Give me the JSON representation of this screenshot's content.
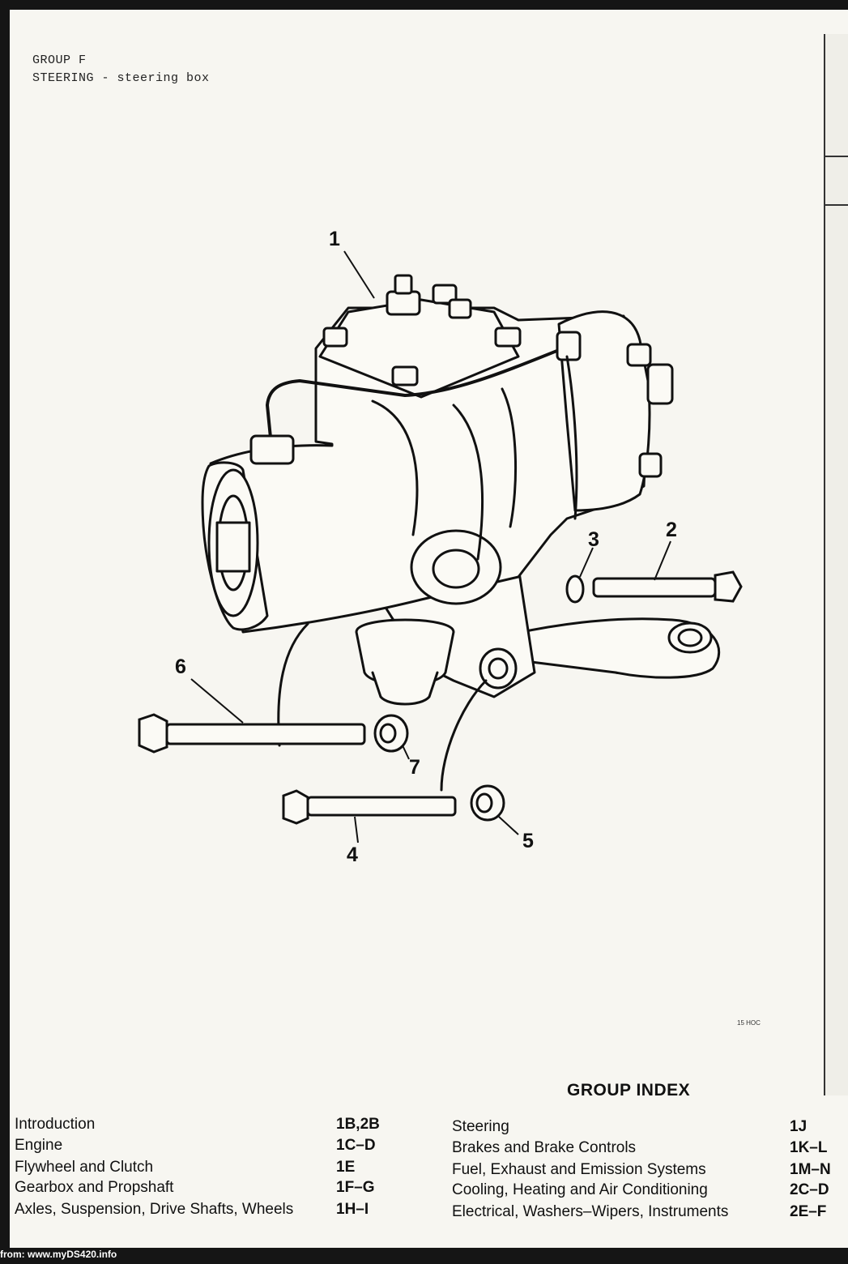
{
  "header": {
    "group": "GROUP  F",
    "section": "STEERING - steering box"
  },
  "callouts": [
    "1",
    "2",
    "3",
    "4",
    "5",
    "6",
    "7"
  ],
  "art_ref": "15 HOC",
  "group_index": {
    "title": "GROUP INDEX",
    "left": [
      {
        "label": "Introduction",
        "code": "1B,2B"
      },
      {
        "label": "Engine",
        "code": "1C–D"
      },
      {
        "label": "Flywheel and Clutch",
        "code": "1E"
      },
      {
        "label": "Gearbox and Propshaft",
        "code": "1F–G"
      },
      {
        "label": "Axles, Suspension, Drive Shafts, Wheels",
        "code": "1H–I"
      }
    ],
    "right": [
      {
        "label": "Steering",
        "code": "1J"
      },
      {
        "label": "Brakes and Brake Controls",
        "code": "1K–L"
      },
      {
        "label": "Fuel, Exhaust and Emission Systems",
        "code": "1M–N"
      },
      {
        "label": "Cooling, Heating and Air Conditioning",
        "code": "2C–D"
      },
      {
        "label": "Electrical, Washers–Wipers, Instruments",
        "code": "2E–F"
      }
    ]
  },
  "footer": "from: www.myDS420.info"
}
